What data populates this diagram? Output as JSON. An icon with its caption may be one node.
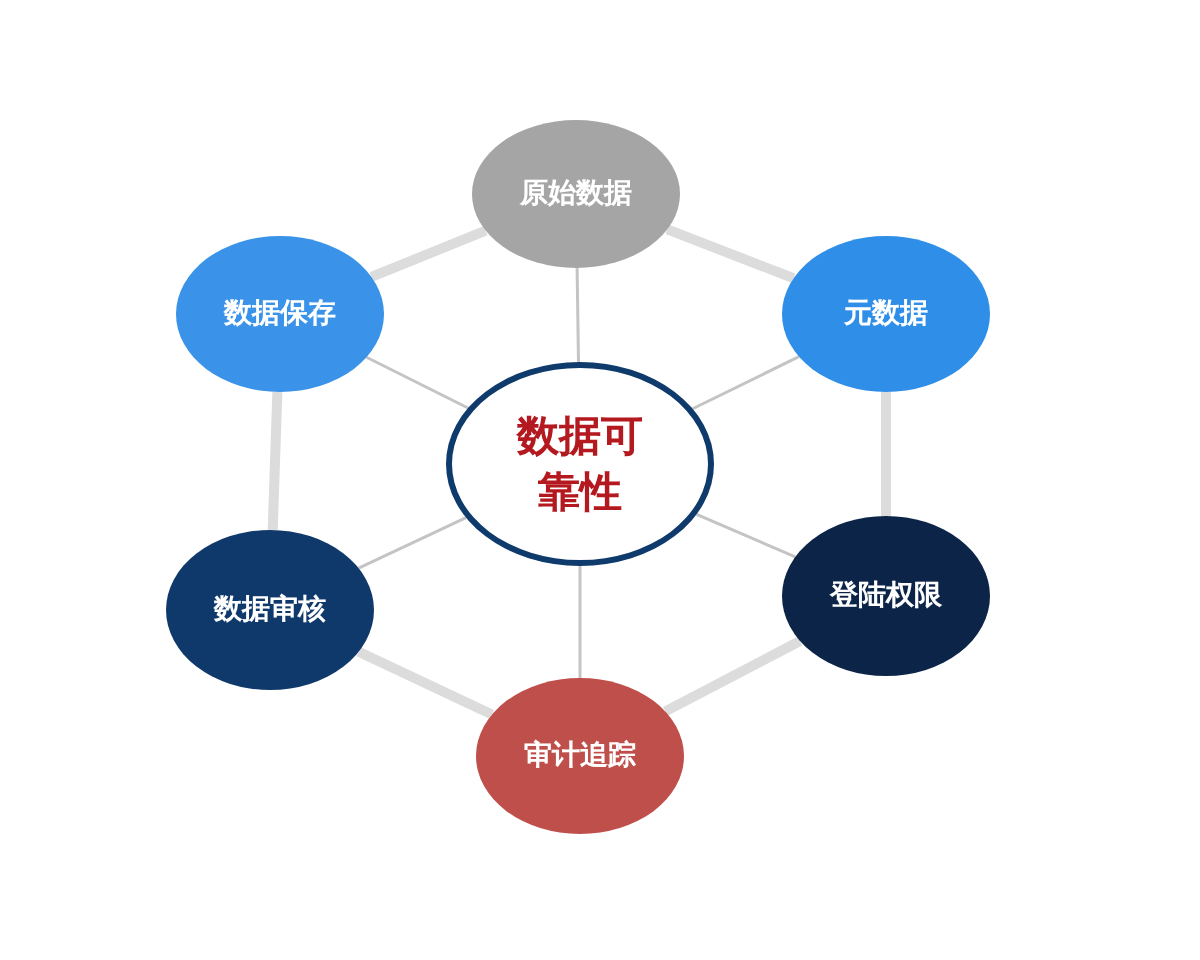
{
  "diagram": {
    "nodes": [
      {
        "text": [
          "原始数据"
        ]
      },
      {
        "text": [
          "数据保存"
        ]
      },
      {
        "text": [
          "元数据"
        ]
      },
      {
        "text": [
          "数据可靠性"
        ]
      },
      {
        "text": [
          "数据审核"
        ]
      },
      {
        "text": [
          "登陆权限"
        ]
      },
      {
        "text": [
          "审计追踪"
        ]
      }
    ],
    "edges": [
      {
        "from": 0,
        "to": 2,
        "arrow": "none",
        "style": "thick"
      },
      {
        "from": 2,
        "to": 5,
        "arrow": "none",
        "style": "thick"
      },
      {
        "from": 5,
        "to": 6,
        "arrow": "none",
        "style": "thick"
      },
      {
        "from": 6,
        "to": 4,
        "arrow": "none",
        "style": "thick"
      },
      {
        "from": 4,
        "to": 1,
        "arrow": "none",
        "style": "thick"
      },
      {
        "from": 1,
        "to": 0,
        "arrow": "none",
        "style": "thick"
      },
      {
        "from": 3,
        "to": 0,
        "arrow": "none"
      },
      {
        "from": 3,
        "to": 2,
        "arrow": "none"
      },
      {
        "from": 3,
        "to": 5,
        "arrow": "none"
      },
      {
        "from": 3,
        "to": 6,
        "arrow": "none"
      },
      {
        "from": 3,
        "to": 4,
        "arrow": "none"
      },
      {
        "from": 3,
        "to": 1,
        "arrow": "none"
      }
    ]
  }
}
